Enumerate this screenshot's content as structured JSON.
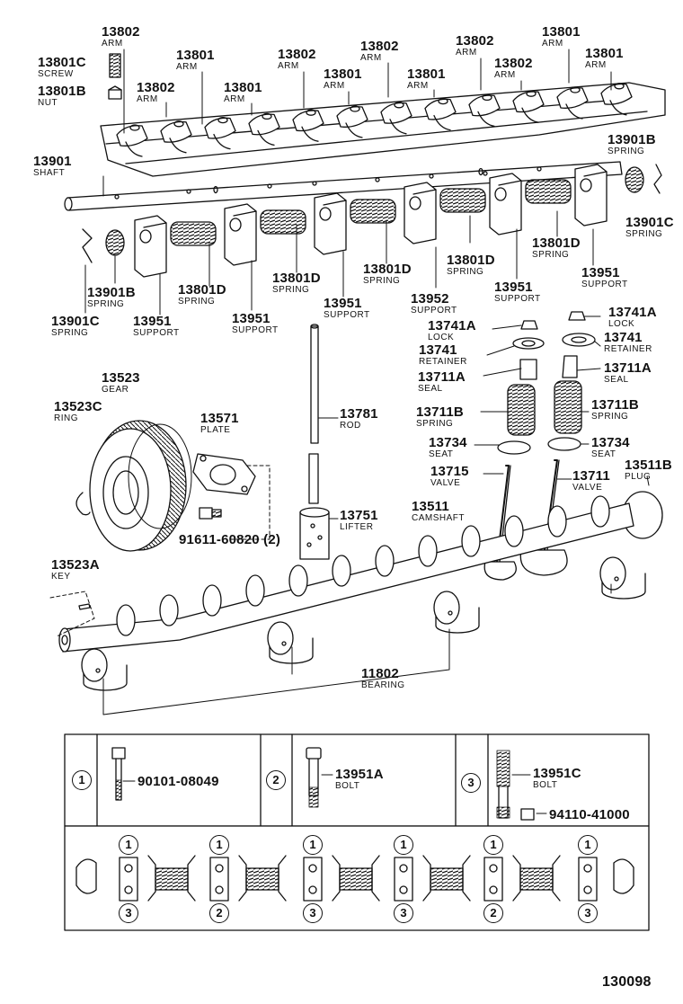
{
  "labels": [
    {
      "id": "p13802a",
      "number": "13802",
      "desc": "ARM"
    },
    {
      "id": "p13801c",
      "number": "13801C",
      "desc": "SCREW"
    },
    {
      "id": "p13801b",
      "number": "13801B",
      "desc": "NUT"
    },
    {
      "id": "p13801a",
      "number": "13801",
      "desc": "ARM"
    },
    {
      "id": "p13802b",
      "number": "13802",
      "desc": "ARM"
    },
    {
      "id": "p13801d1",
      "number": "13801",
      "desc": "ARM"
    },
    {
      "id": "p13802c",
      "number": "13802",
      "desc": "ARM"
    },
    {
      "id": "p13801e",
      "number": "13801",
      "desc": "ARM"
    },
    {
      "id": "p13802d",
      "number": "13802",
      "desc": "ARM"
    },
    {
      "id": "p13801f",
      "number": "13801",
      "desc": "ARM"
    },
    {
      "id": "p13802e",
      "number": "13802",
      "desc": "ARM"
    },
    {
      "id": "p13802f",
      "number": "13802",
      "desc": "ARM"
    },
    {
      "id": "p13801g",
      "number": "13801",
      "desc": "ARM"
    },
    {
      "id": "p13801h",
      "number": "13801",
      "desc": "ARM"
    },
    {
      "id": "p13901",
      "number": "13901",
      "desc": "SHAFT"
    },
    {
      "id": "p13901b_r",
      "number": "13901B",
      "desc": "SPRING"
    },
    {
      "id": "p13901c_r",
      "number": "13901C",
      "desc": "SPRING"
    },
    {
      "id": "p13901b_l",
      "number": "13901B",
      "desc": "SPRING"
    },
    {
      "id": "p13901c_l",
      "number": "13901C",
      "desc": "SPRING"
    },
    {
      "id": "p13951a_1",
      "number": "13951",
      "desc": "SUPPORT"
    },
    {
      "id": "p13801d_a",
      "number": "13801D",
      "desc": "SPRING"
    },
    {
      "id": "p13951a_2",
      "number": "13951",
      "desc": "SUPPORT"
    },
    {
      "id": "p13801d_b",
      "number": "13801D",
      "desc": "SPRING"
    },
    {
      "id": "p13951a_3",
      "number": "13951",
      "desc": "SUPPORT"
    },
    {
      "id": "p13801d_c",
      "number": "13801D",
      "desc": "SPRING"
    },
    {
      "id": "p13952",
      "number": "13952",
      "desc": "SUPPORT"
    },
    {
      "id": "p13801d_d",
      "number": "13801D",
      "desc": "SPRING"
    },
    {
      "id": "p13951a_4",
      "number": "13951",
      "desc": "SUPPORT"
    },
    {
      "id": "p13801d_e",
      "number": "13801D",
      "desc": "SPRING"
    },
    {
      "id": "p13951a_5",
      "number": "13951",
      "desc": "SUPPORT"
    },
    {
      "id": "p13741a_l",
      "number": "13741A",
      "desc": "LOCK"
    },
    {
      "id": "p13741a_r",
      "number": "13741A",
      "desc": "LOCK"
    },
    {
      "id": "p13741_l",
      "number": "13741",
      "desc": "RETAINER"
    },
    {
      "id": "p13741_r",
      "number": "13741",
      "desc": "RETAINER"
    },
    {
      "id": "p13711a_l",
      "number": "13711A",
      "desc": "SEAL"
    },
    {
      "id": "p13711a_r",
      "number": "13711A",
      "desc": "SEAL"
    },
    {
      "id": "p13711b_l",
      "number": "13711B",
      "desc": "SPRING"
    },
    {
      "id": "p13711b_r",
      "number": "13711B",
      "desc": "SPRING"
    },
    {
      "id": "p13734_l",
      "number": "13734",
      "desc": "SEAT"
    },
    {
      "id": "p13734_r",
      "number": "13734",
      "desc": "SEAT"
    },
    {
      "id": "p13715",
      "number": "13715",
      "desc": "VALVE"
    },
    {
      "id": "p13711",
      "number": "13711",
      "desc": "VALVE"
    },
    {
      "id": "p13511b",
      "number": "13511B",
      "desc": "PLUG"
    },
    {
      "id": "p13523",
      "number": "13523",
      "desc": "GEAR"
    },
    {
      "id": "p13523c",
      "number": "13523C",
      "desc": "RING"
    },
    {
      "id": "p13571",
      "number": "13571",
      "desc": "PLATE"
    },
    {
      "id": "p13781",
      "number": "13781",
      "desc": "ROD"
    },
    {
      "id": "p13751",
      "number": "13751",
      "desc": "LIFTER"
    },
    {
      "id": "p13511",
      "number": "13511",
      "desc": "CAMSHAFT"
    },
    {
      "id": "p91611",
      "number": "91611-60820 (2)",
      "desc": ""
    },
    {
      "id": "p13523a",
      "number": "13523A",
      "desc": "KEY"
    },
    {
      "id": "p11802",
      "number": "11802",
      "desc": "BEARING"
    }
  ],
  "bolts": [
    {
      "marker": "1",
      "number": "90101-08049",
      "desc": ""
    },
    {
      "marker": "2",
      "number": "13951A",
      "desc": "BOLT"
    },
    {
      "marker": "3",
      "number": "13951C",
      "desc": "BOLT",
      "nut": "94110-41000"
    }
  ],
  "layout_sequence": {
    "top_markers": [
      "1",
      "1",
      "1",
      "1",
      "1",
      "1"
    ],
    "bottom_markers": [
      "3",
      "2",
      "3",
      "3",
      "2",
      "3"
    ]
  },
  "diagram_code": "130098"
}
